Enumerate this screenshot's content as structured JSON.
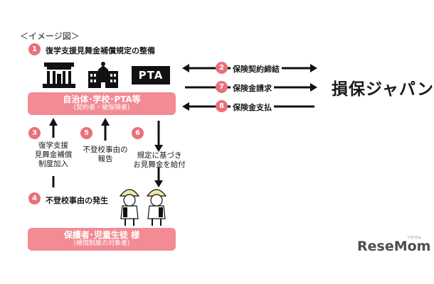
{
  "diagram": {
    "heading": "＜イメージ図＞",
    "step1": {
      "num": "1",
      "label": "復学支援見舞金補償規定の整備"
    },
    "pta_label": "PTA",
    "org_bar": {
      "title": "自治体･学校･PTA等",
      "subtitle": "(契約者・被保険者)"
    },
    "right_steps": [
      {
        "num": "2",
        "label": "保険契約締結"
      },
      {
        "num": "7",
        "label": "保険金請求"
      },
      {
        "num": "8",
        "label": "保険金支払"
      }
    ],
    "insurer": "損保ジャパン",
    "step3": {
      "num": "3",
      "lines": [
        "復学支援",
        "見舞金補償",
        "制度加入"
      ]
    },
    "step5": {
      "num": "5",
      "lines": [
        "不登校事由の",
        "報告"
      ]
    },
    "step6": {
      "num": "6",
      "lines": [
        "規定に基づき",
        "お見舞金を給付"
      ]
    },
    "step4": {
      "num": "4",
      "label": "不登校事由の発生"
    },
    "guardian_bar": {
      "title": "保護者･児童生徒 様",
      "subtitle": "(補償制度の対象者)"
    }
  },
  "watermark": {
    "logo": "ReseMom",
    "kana": "リセマム"
  }
}
